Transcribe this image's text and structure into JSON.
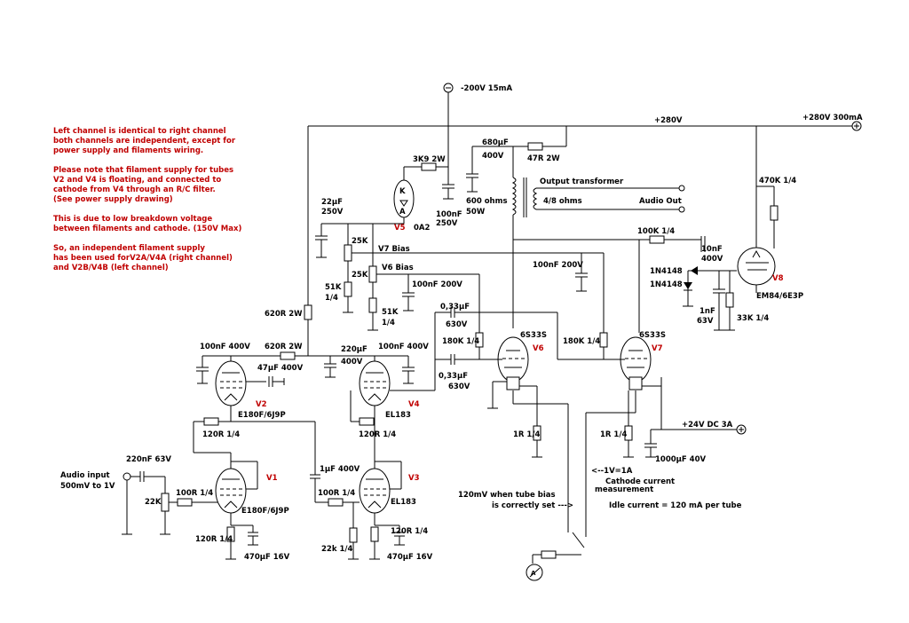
{
  "notes": [
    "Left channel is identical to right channel",
    "both channels are independent, except for",
    "power supply  and filaments wiring.",
    "",
    "Please note that filament supply for tubes",
    "V2 and V4 is floating, and connected to",
    "cathode from V4 through an R/C filter.",
    "(See power supply drawing)",
    "",
    "This is due to low breakdown voltage",
    "between filaments and cathode. (150V Max)",
    "",
    "So, an independent  filament supply",
    "has been used forV2A/V4A (right channel)",
    "and V2B/V4B (left channel)"
  ],
  "supply": {
    "neg200": "-200V 15mA",
    "rail280": "+280V",
    "rail280_in": "+280V 300mA",
    "dc24": "+24V DC 3A"
  },
  "tubes": {
    "v1": "V1",
    "v1_type": "E180F/6J9P",
    "v2": "V2",
    "v2_type": "E180F/6J9P",
    "v3": "V3",
    "v3_type": "EL183",
    "v4": "V4",
    "v4_type": "EL183",
    "v5": "V5",
    "v5_type": "0A2",
    "v5_k": "K",
    "v5_a": "A",
    "v6": "V6",
    "v6_type": "6S33S",
    "v7": "V7",
    "v7_type": "6S33S",
    "v8": "V8",
    "v8_type": "EM84/6E3P"
  },
  "parts": {
    "c_in": "220nF 63V",
    "audio_in_1": "Audio input",
    "audio_in_2": "500mV to 1V",
    "pot22k": "22K",
    "r_v1_grid": "100R 1/4",
    "r_v1_k": "120R 1/4",
    "c_v1_k": "470µF 16V",
    "c_v2_plate": "100nF 400V",
    "c_v2_47": "47µF 400V",
    "r_620a": "620R 2W",
    "r_620b": "620R 2W",
    "r_v2_k": "120R 1/4",
    "c_220": "220µF",
    "c_220v": "400V",
    "c_v4_plate": "100nF 400V",
    "r_v4_k": "120R 1/4",
    "c_1u": "1µF 400V",
    "r_v3_grid": "100R 1/4",
    "r_22k": "22k 1/4",
    "r_v3_k": "120R 1/4",
    "c_v3_k": "470µF 16V",
    "r_3k9": "3K9 2W",
    "c_22u_1": "22µF",
    "c_22u_2": "250V",
    "c_100n250_1": "100nF",
    "c_100n250_2": "250V",
    "pot25k_a": "25K",
    "pot25k_b": "25K",
    "v7bias": "V7 Bias",
    "v6bias": "V6 Bias",
    "r51k_a1": "51K",
    "r51k_a2": "1/4",
    "r51k_b1": "51K",
    "r51k_b2": "1/4",
    "c_100n200_a": "100nF 200V",
    "c_100n200_b": "100nF 200V",
    "c_033_a1": "0,33µF",
    "c_033_a2": "630V",
    "c_033_b1": "0,33µF",
    "c_033_b2": "630V",
    "r180k_a": "180K 1/4",
    "r180k_b": "180K 1/4",
    "c_680": "680µF",
    "c_680v": "400V",
    "r_47r": "47R 2W",
    "ot": "Output transformer",
    "ot_600_1": "600 ohms",
    "ot_600_2": "50W",
    "ot_48": "4/8 ohms",
    "audio_out": "Audio Out",
    "r_1r_a": "1R 1/4",
    "r_1r_b": "1R 1/4",
    "c_1000": "1000µF 40V",
    "r_100k": "100K 1/4",
    "c_10n_1": "10nF",
    "c_10n_2": "400V",
    "d1": "1N4148",
    "d2": "1N4148",
    "c_1n_1": "1nF",
    "c_1n_2": "63V",
    "r_33k": "33K 1/4",
    "r_470k": "470K 1/4"
  },
  "annotations": {
    "meas1": "<--1V=1A",
    "meas2": "Cathode current",
    "meas3": "measurement",
    "idle": "Idle current = 120 mA per tube",
    "bias1": "120mV when tube bias",
    "bias2": "is correctly set --->"
  }
}
